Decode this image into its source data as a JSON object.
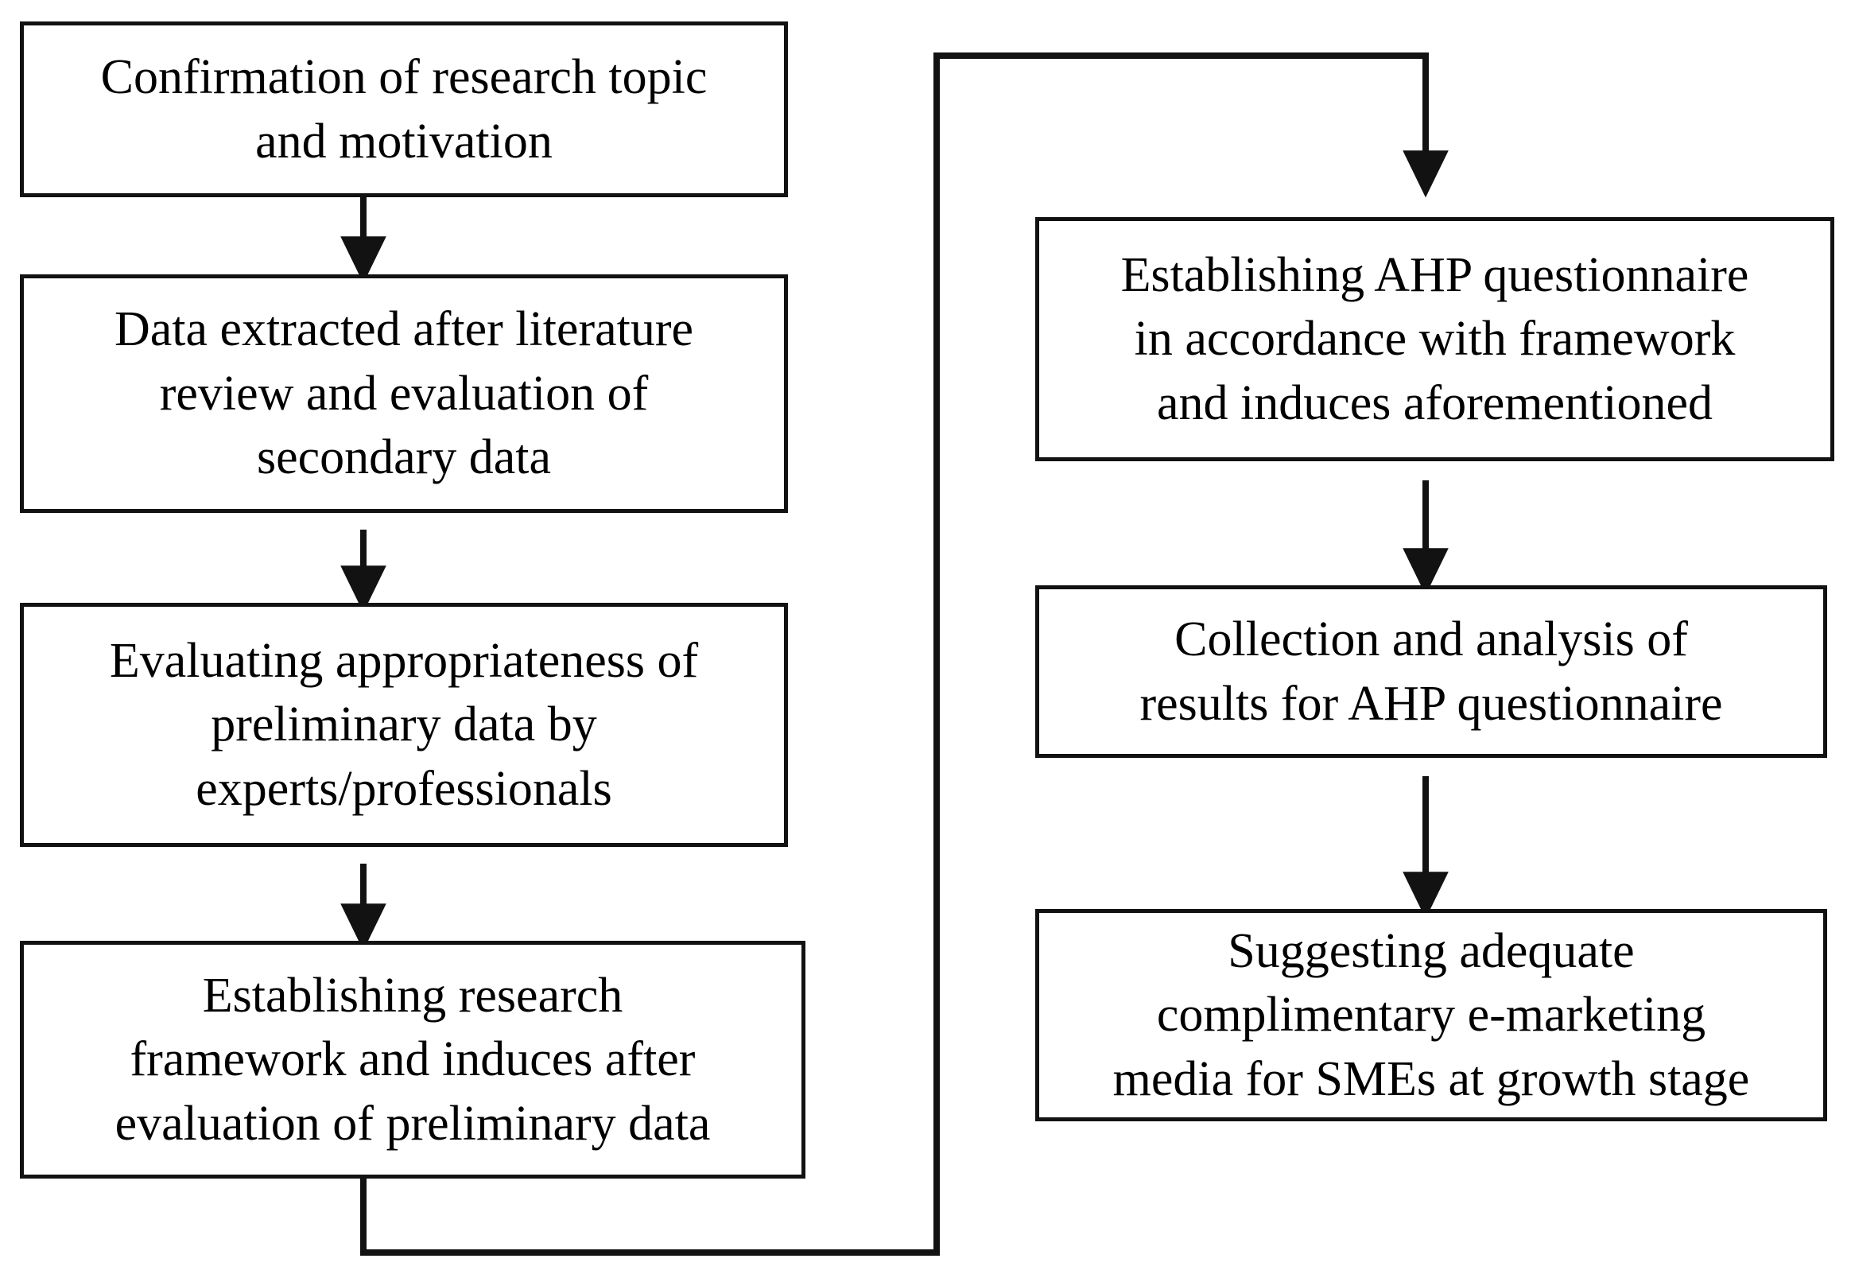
{
  "diagram": {
    "title": "Research process flowchart",
    "background_color": "#ffffff",
    "line_color": "#121212",
    "text_color": "#000000",
    "nodes": [
      {
        "id": "left-1",
        "name": "confirmation-of-research-topic",
        "text": "Confirmation of research topic\nand motivation",
        "column": "left",
        "order": 1
      },
      {
        "id": "left-2",
        "name": "data-extracted-after-literature-review",
        "text": "Data extracted after literature\nreview and evaluation of\nsecondary data",
        "column": "left",
        "order": 2
      },
      {
        "id": "left-3",
        "name": "evaluating-appropriateness-of-preliminary-data",
        "text": "Evaluating appropriateness of\npreliminary data by\nexperts/professionals",
        "column": "left",
        "order": 3
      },
      {
        "id": "left-4",
        "name": "establishing-research-framework",
        "text": "Establishing research\nframework and induces after\nevaluation of preliminary data",
        "column": "left",
        "order": 4
      },
      {
        "id": "right-1",
        "name": "establishing-ahp-questionnaire",
        "text": "Establishing AHP questionnaire\nin accordance with framework\nand induces aforementioned",
        "column": "right",
        "order": 1
      },
      {
        "id": "right-2",
        "name": "collection-and-analysis-of-results",
        "text": "Collection and analysis of\nresults for AHP questionnaire",
        "column": "right",
        "order": 2
      },
      {
        "id": "right-3",
        "name": "suggesting-adequate-e-marketing-media",
        "text": "Suggesting adequate\ncomplimentary e-marketing\nmedia for SMEs at growth stage",
        "column": "right",
        "order": 3
      }
    ],
    "edges": [
      {
        "id": "e1",
        "name": "arrow-left1-to-left2",
        "from": "left-1",
        "to": "left-2",
        "style": "straight-down-arrow"
      },
      {
        "id": "e2",
        "name": "arrow-left2-to-left3",
        "from": "left-2",
        "to": "left-3",
        "style": "straight-down-arrow"
      },
      {
        "id": "e3",
        "name": "arrow-left3-to-left4",
        "from": "left-3",
        "to": "left-4",
        "style": "straight-down-arrow"
      },
      {
        "id": "e4",
        "name": "connector-left4-to-right1",
        "from": "left-4",
        "to": "right-1",
        "style": "wrap-around-arrow"
      },
      {
        "id": "e5",
        "name": "arrow-right1-to-right2",
        "from": "right-1",
        "to": "right-2",
        "style": "straight-down-arrow"
      },
      {
        "id": "e6",
        "name": "arrow-right2-to-right3",
        "from": "right-2",
        "to": "right-3",
        "style": "straight-down-arrow"
      }
    ]
  }
}
